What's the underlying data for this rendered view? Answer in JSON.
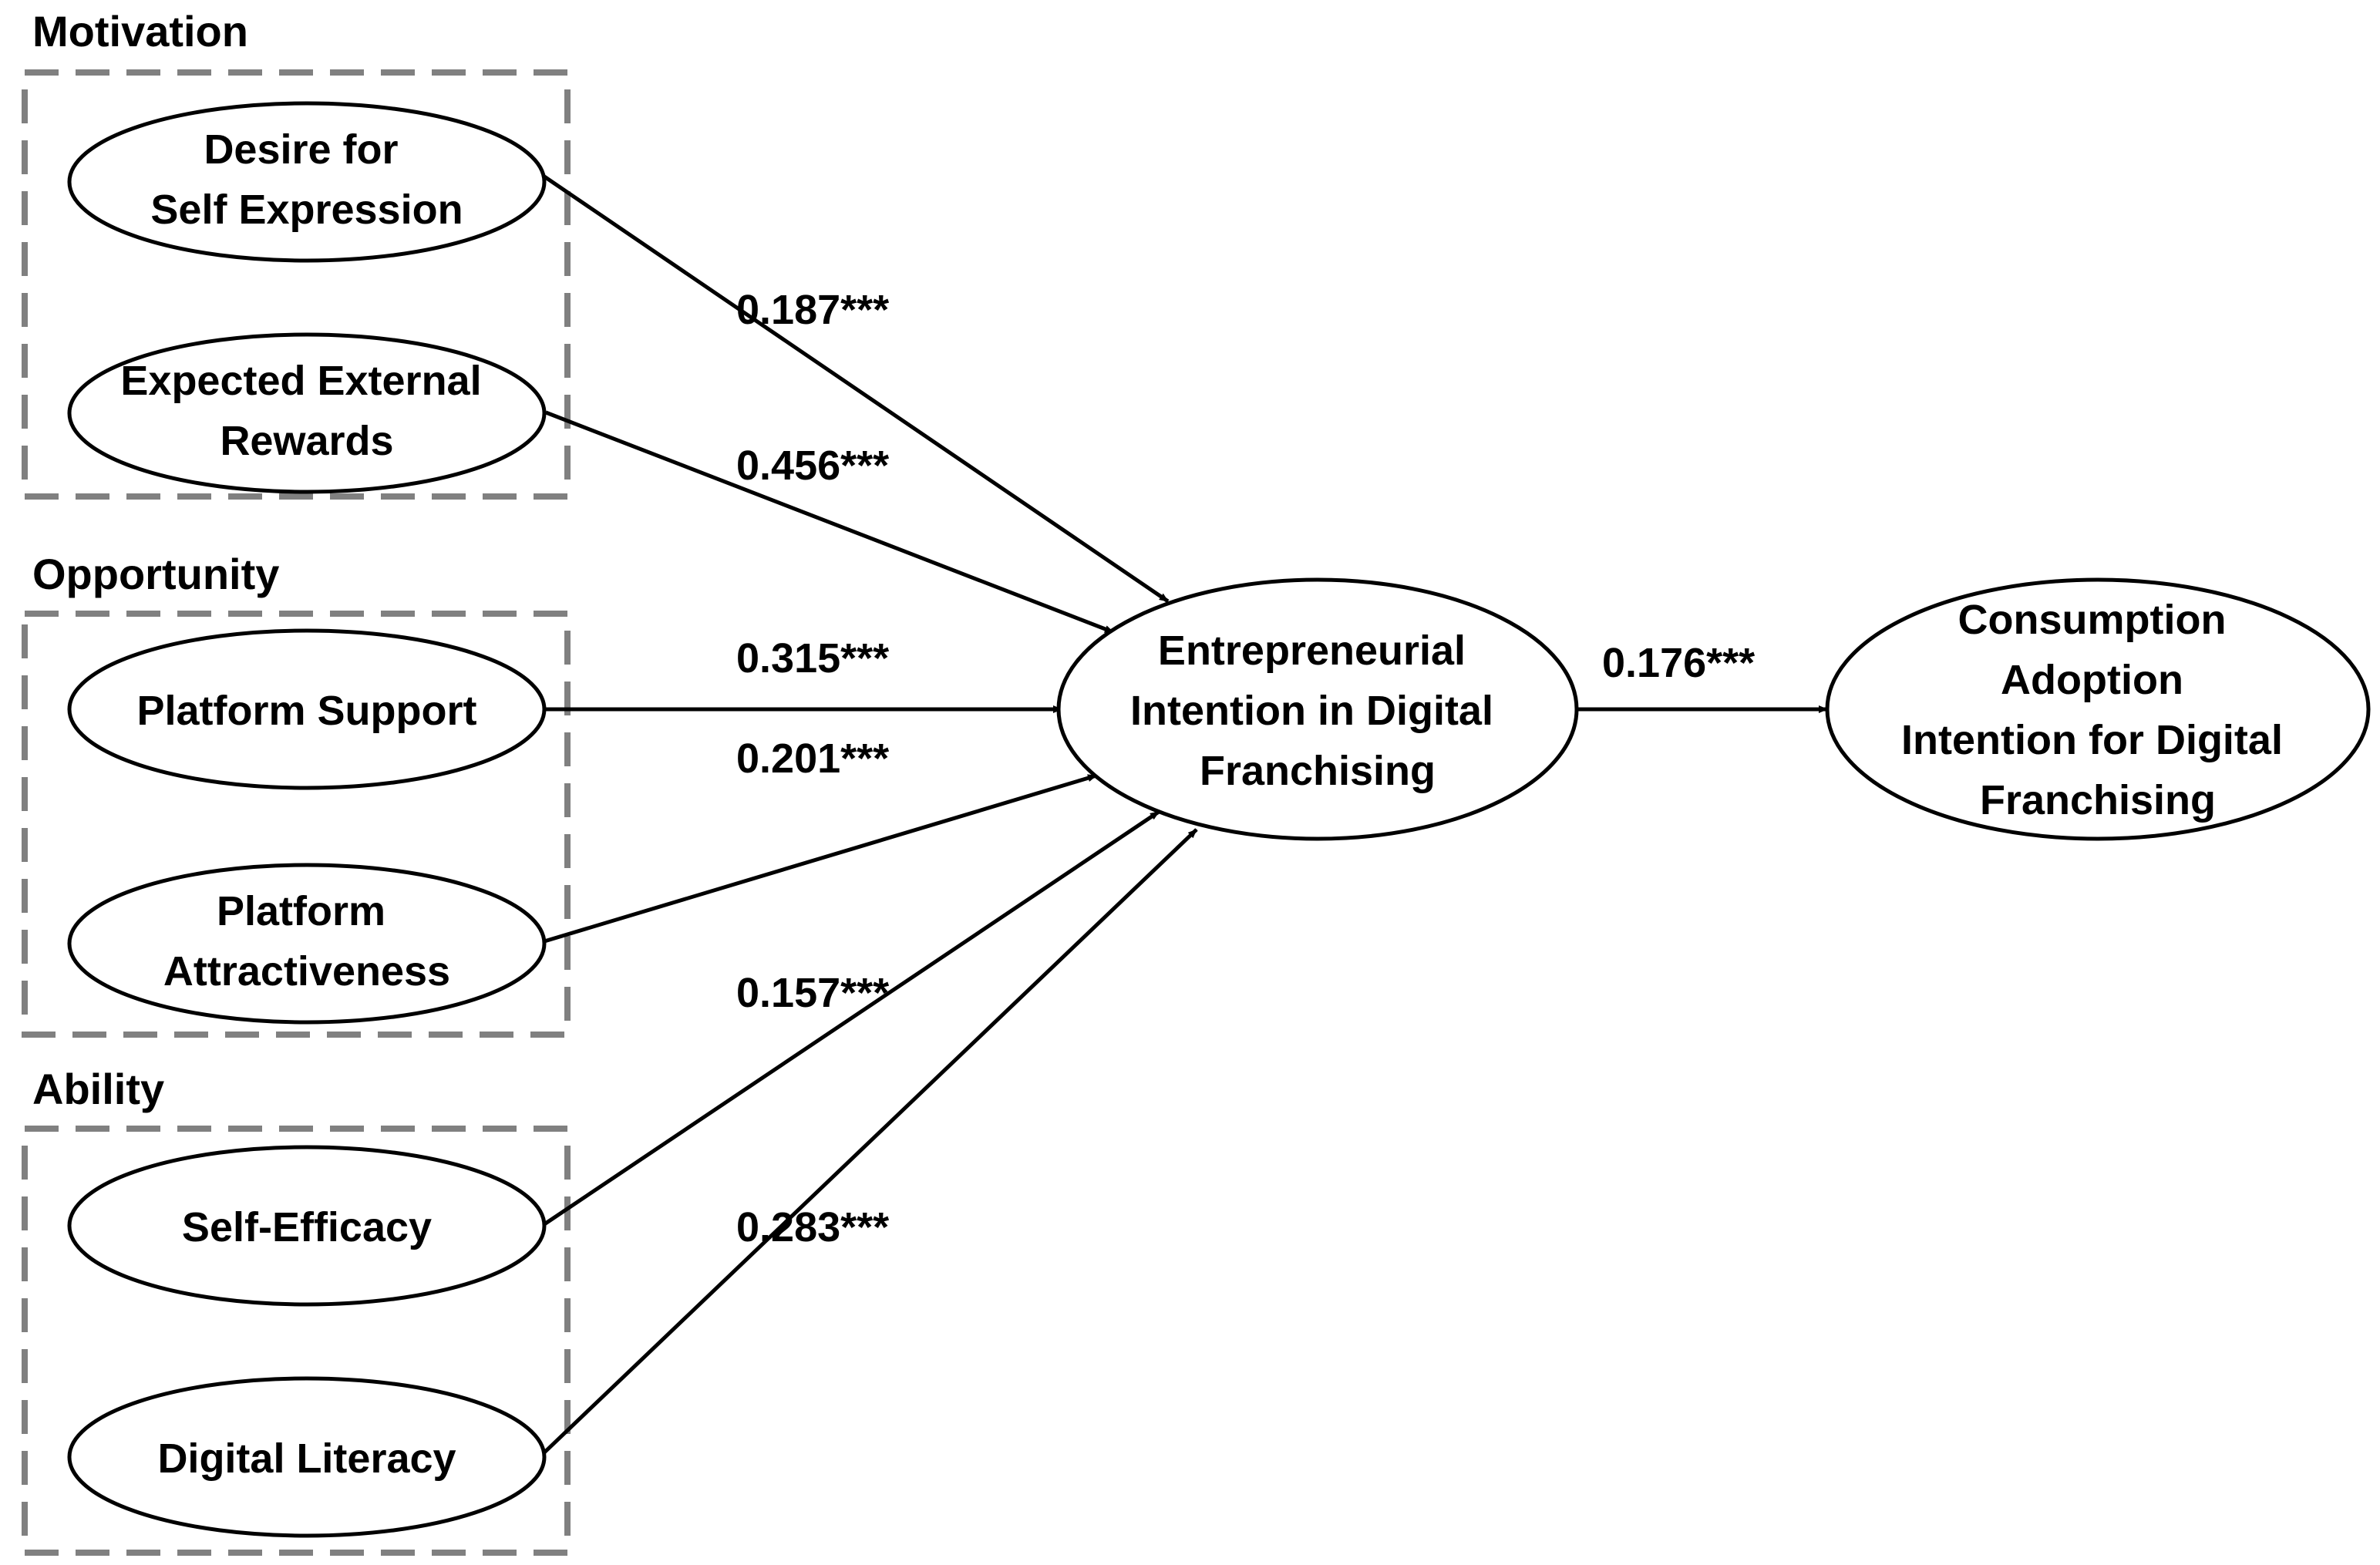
{
  "groups": {
    "motivation": {
      "title": "Motivation"
    },
    "opportunity": {
      "title": "Opportunity"
    },
    "ability": {
      "title": "Ability"
    }
  },
  "nodes": {
    "self_expression": {
      "lines": [
        "Desire for",
        "Self Expression"
      ]
    },
    "external_rewards": {
      "lines": [
        "Expected External",
        "Rewards"
      ]
    },
    "platform_support": {
      "lines": [
        "Platform Support"
      ]
    },
    "platform_attractiveness": {
      "lines": [
        "Platform",
        "Attractiveness"
      ]
    },
    "self_efficacy": {
      "lines": [
        "Self-Efficacy"
      ]
    },
    "digital_literacy": {
      "lines": [
        "Digital Literacy"
      ]
    },
    "entrepreneurial_intention": {
      "lines": [
        "Entrepreneurial",
        "Intention in Digital",
        "Franchising"
      ]
    },
    "consumption_adoption": {
      "lines": [
        "Consumption",
        "Adoption",
        "Intention for Digital",
        "Franchising"
      ]
    }
  },
  "paths": {
    "self_expression_to_ei": "0.187***",
    "external_rewards_to_ei": "0.456***",
    "platform_support_to_ei": "0.315***",
    "platform_attractiveness_to_ei": "0.201***",
    "self_efficacy_to_ei": "0.157***",
    "digital_literacy_to_ei": "0.283***",
    "ei_to_consumption": "0.176***"
  },
  "colors": {
    "line": "#000000",
    "group_border": "#808080",
    "background": "#ffffff"
  }
}
